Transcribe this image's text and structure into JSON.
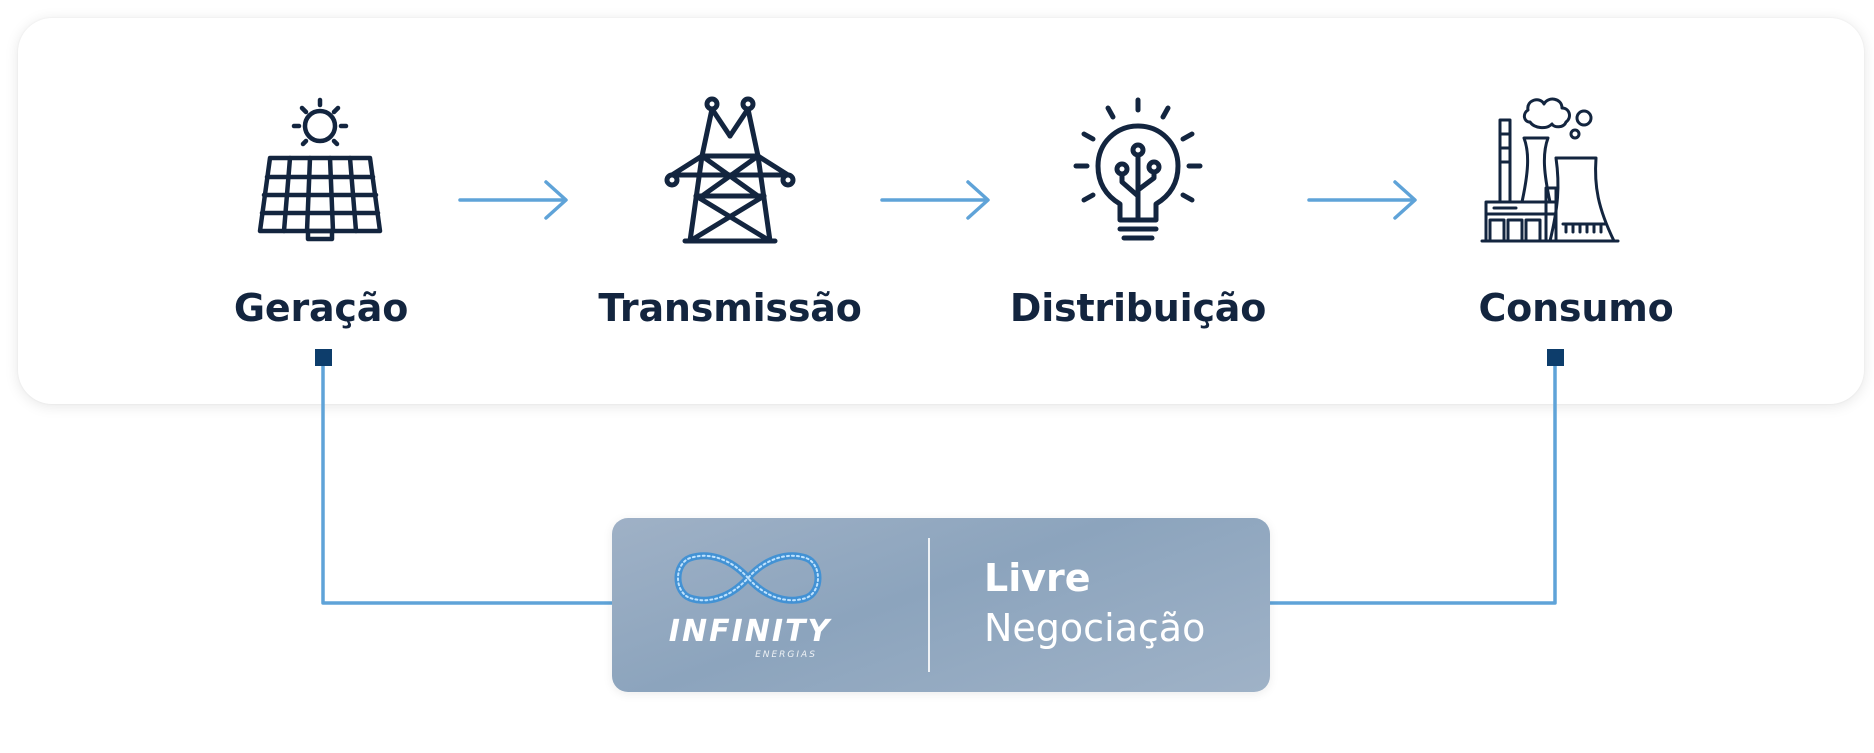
{
  "colors": {
    "navy": "#13253f",
    "arrow": "#5fa3d8",
    "marker": "#0d3d6b",
    "box": "#8ea6bf"
  },
  "steps": [
    {
      "label": "Geração",
      "icon": "solar-panel-icon"
    },
    {
      "label": "Transmissão",
      "icon": "transmission-tower-icon"
    },
    {
      "label": "Distribuição",
      "icon": "light-bulb-icon"
    },
    {
      "label": "Consumo",
      "icon": "factory-icon"
    }
  ],
  "market_box": {
    "logo_icon": "infinity-logo-icon",
    "logo_name": "INFINITY",
    "logo_tagline": "ENERGIAS",
    "title": "Livre",
    "subtitle": "Negociação"
  }
}
